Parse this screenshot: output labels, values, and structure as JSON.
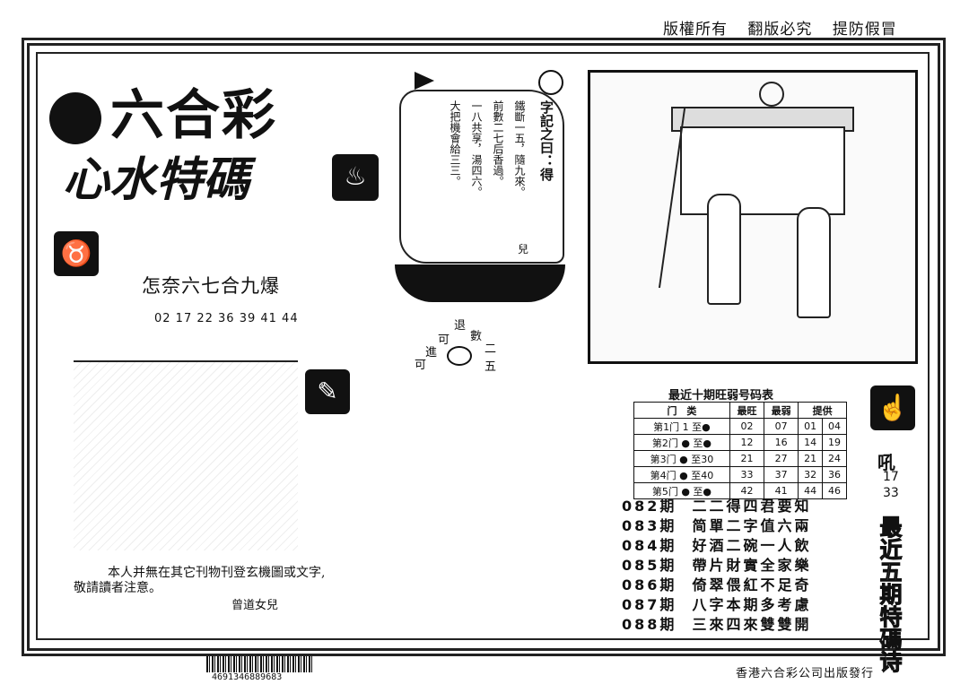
{
  "header": {
    "rights": [
      "版權所有",
      "翻版必究",
      "提防假冒"
    ]
  },
  "title": {
    "main": "六合彩",
    "sub": "心水特碼"
  },
  "poem": {
    "line": "怎奈六七合九爆",
    "numbers": "02 17 22 36 39 41 44"
  },
  "sail": {
    "heading": "字記之曰：得",
    "columns": [
      "鐵斷一五，隨九來。",
      "前數二七后香過。",
      "一八共享，湯四六。",
      "大把機會給三三。"
    ],
    "signature": "兒"
  },
  "riddle": {
    "chars": [
      "退",
      "數",
      "可",
      "二",
      "進",
      "可",
      "五"
    ]
  },
  "notice": {
    "line1": "本人并無在其它刊物刊登玄機圖或文字,",
    "line2": "敬請讀者注意。",
    "sign": "曾道女兒"
  },
  "table": {
    "title": "最近十期旺弱号码表",
    "headers": [
      "门　类",
      "最旺",
      "最弱",
      "提供"
    ],
    "rows": [
      {
        "label": "第1门 1 至●",
        "hot": "02",
        "cold": "07",
        "p1": "01",
        "p2": "04"
      },
      {
        "label": "第2门 ● 至●",
        "hot": "12",
        "cold": "16",
        "p1": "14",
        "p2": "19"
      },
      {
        "label": "第3门 ● 至30",
        "hot": "21",
        "cold": "27",
        "p1": "21",
        "p2": "24"
      },
      {
        "label": "第4门 ● 至40",
        "hot": "33",
        "cold": "37",
        "p1": "32",
        "p2": "36"
      },
      {
        "label": "第5门 ● 至●",
        "hot": "42",
        "cold": "41",
        "p1": "44",
        "p2": "46"
      }
    ]
  },
  "periods": [
    {
      "no": "082期",
      "text": "二二得四君要知"
    },
    {
      "no": "083期",
      "text": "简單二字值六兩"
    },
    {
      "no": "084期",
      "text": "好酒二碗一人飲"
    },
    {
      "no": "085期",
      "text": "帶片財實全家樂"
    },
    {
      "no": "086期",
      "text": "倚翠偎紅不足奇"
    },
    {
      "no": "087期",
      "text": "八字本期多考慮"
    },
    {
      "no": "088期",
      "text": "三來四來雙雙開"
    }
  ],
  "side": {
    "code": "吼",
    "n1": "17",
    "n2": "33",
    "vertical": "最近五期特碼诗"
  },
  "footer": {
    "barcode": "4691346889683",
    "publisher": "香港六合彩公司出版發行"
  }
}
